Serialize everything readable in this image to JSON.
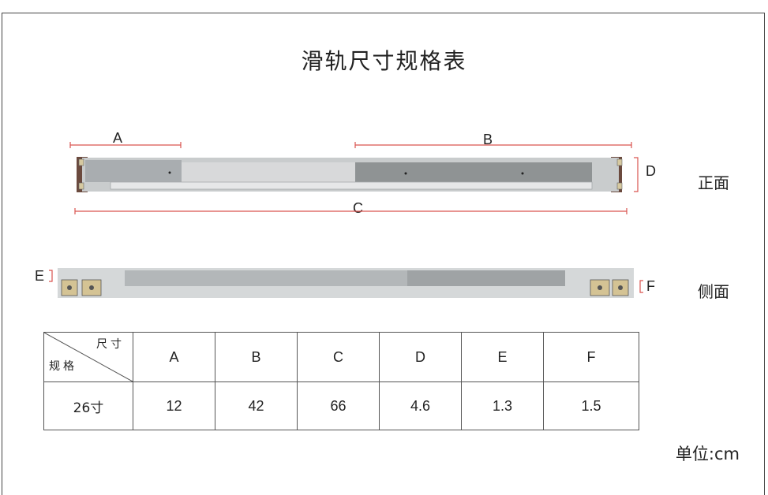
{
  "title": "滑轨尺寸规格表",
  "front_view": {
    "label": "正面",
    "dim_a": "A",
    "dim_b": "B",
    "dim_c": "C",
    "dim_d": "D"
  },
  "side_view": {
    "label": "侧面",
    "dim_e": "E",
    "dim_f": "F"
  },
  "table": {
    "corner_top": "尺寸",
    "corner_bottom": "规格",
    "headers": [
      "A",
      "B",
      "C",
      "D",
      "E",
      "F"
    ],
    "rows": [
      {
        "spec": "26寸",
        "values": [
          "12",
          "42",
          "66",
          "4.6",
          "1.3",
          "1.5"
        ]
      }
    ]
  },
  "unit": "单位:cm",
  "colors": {
    "dimension_line": "#d9534f",
    "rail_silver": "#b8bcbe",
    "rail_dark": "#8c9090",
    "bracket_brown": "#6b4a3e"
  }
}
